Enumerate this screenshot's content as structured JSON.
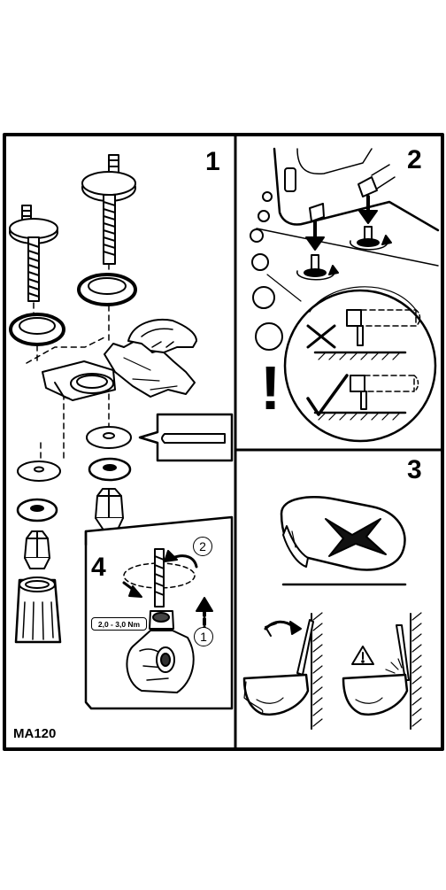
{
  "steps": {
    "s1": "1",
    "s2": "2",
    "s3": "3",
    "s4": "4"
  },
  "torque_label": "2,0 - 3,0 Nm",
  "sub_steps": {
    "a": "1",
    "b": "2"
  },
  "model_code": "MA120",
  "warning_symbol": "!",
  "colors": {
    "ink": "#000000",
    "paper": "#ffffff",
    "shade": "#555555"
  }
}
